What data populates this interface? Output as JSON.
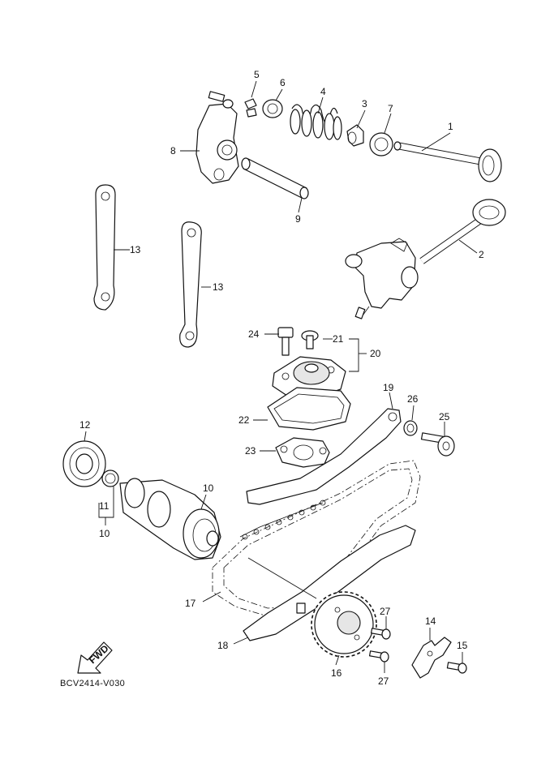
{
  "diagram": {
    "code": "BCV2414-V030",
    "fwd_label": "FWD",
    "callouts": {
      "c1": "1",
      "c2": "2",
      "c3": "3",
      "c4": "4",
      "c5": "5",
      "c6": "6",
      "c7": "7",
      "c8": "8",
      "c9": "9",
      "c10a": "10",
      "c10b": "10",
      "c11": "11",
      "c12": "12",
      "c13a": "13",
      "c13b": "13",
      "c14": "14",
      "c15": "15",
      "c16": "16",
      "c17": "17",
      "c18": "18",
      "c19": "19",
      "c20": "20",
      "c21": "21",
      "c22": "22",
      "c23": "23",
      "c24": "24",
      "c25": "25",
      "c26": "26",
      "c27a": "27",
      "c27b": "27"
    }
  }
}
